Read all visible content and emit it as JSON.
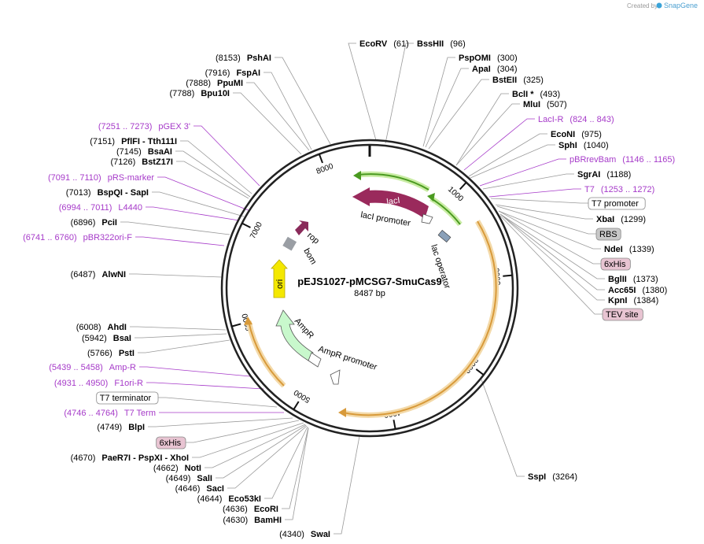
{
  "credit": {
    "prefix": "Created by",
    "brand": "SnapGene"
  },
  "plasmid": {
    "name": "pEJS1027-pMCSG7-SmuCas9",
    "size": "8487 bp"
  },
  "ticks": [
    "1000",
    "2000",
    "3000",
    "4000",
    "5000",
    "6000",
    "7000",
    "8000"
  ],
  "features": {
    "lacI": "lacI",
    "lacI_promoter": "lacI promoter",
    "lac_operator": "lac operator",
    "rop": "rop",
    "bom": "bom",
    "ori": "ori",
    "AmpR": "AmpR",
    "AmpR_promoter": "AmpR promoter"
  },
  "sites": [
    {
      "pos": "(61)",
      "name": "EcoRV",
      "type": "site"
    },
    {
      "pos": "(96)",
      "name": "BssHII",
      "type": "site"
    },
    {
      "pos": "(300)",
      "name": "PspOMI",
      "type": "site"
    },
    {
      "pos": "(304)",
      "name": "ApaI",
      "type": "site"
    },
    {
      "pos": "(325)",
      "name": "BstEII",
      "type": "site"
    },
    {
      "pos": "(493)",
      "name": "BclI *",
      "type": "site"
    },
    {
      "pos": "(507)",
      "name": "MluI",
      "type": "site"
    },
    {
      "pos": "(824 .. 843)",
      "name": "LacI-R",
      "type": "primer"
    },
    {
      "pos": "(975)",
      "name": "EcoNI",
      "type": "site"
    },
    {
      "pos": "(1040)",
      "name": "SphI",
      "type": "site"
    },
    {
      "pos": "(1146 .. 1165)",
      "name": "pBRrevBam",
      "type": "primer"
    },
    {
      "pos": "(1188)",
      "name": "SgrAI",
      "type": "site"
    },
    {
      "pos": "(1253 .. 1272)",
      "name": "T7",
      "type": "primer"
    },
    {
      "pos": "",
      "name": "T7 promoter",
      "type": "box"
    },
    {
      "pos": "(1299)",
      "name": "XbaI",
      "type": "site"
    },
    {
      "pos": "",
      "name": "RBS",
      "type": "grey"
    },
    {
      "pos": "(1339)",
      "name": "NdeI",
      "type": "site"
    },
    {
      "pos": "",
      "name": "6xHis",
      "type": "pink"
    },
    {
      "pos": "(1373)",
      "name": "BglII",
      "type": "site"
    },
    {
      "pos": "(1380)",
      "name": "Acc65I",
      "type": "site"
    },
    {
      "pos": "(1384)",
      "name": "KpnI",
      "type": "site"
    },
    {
      "pos": "",
      "name": "TEV site",
      "type": "pink"
    },
    {
      "pos": "(3264)",
      "name": "SspI",
      "type": "site"
    },
    {
      "pos": "(4340)",
      "name": "SwaI",
      "type": "site"
    },
    {
      "pos": "(4630)",
      "name": "BamHI",
      "type": "site"
    },
    {
      "pos": "(4636)",
      "name": "EcoRI",
      "type": "site"
    },
    {
      "pos": "(4644)",
      "name": "Eco53kI",
      "type": "site"
    },
    {
      "pos": "(4646)",
      "name": "SacI",
      "type": "site"
    },
    {
      "pos": "(4649)",
      "name": "SalI",
      "type": "site"
    },
    {
      "pos": "(4662)",
      "name": "NotI",
      "type": "site"
    },
    {
      "pos": "(4670)",
      "name": "PaeR7I - PspXI - XhoI",
      "type": "site"
    },
    {
      "pos": "",
      "name": "6xHis",
      "type": "pink"
    },
    {
      "pos": "(4749)",
      "name": "BlpI",
      "type": "site"
    },
    {
      "pos": "(4746 .. 4764)",
      "name": "T7 Term",
      "type": "primer"
    },
    {
      "pos": "",
      "name": "T7 terminator",
      "type": "box"
    },
    {
      "pos": "(4931 .. 4950)",
      "name": "F1ori-R",
      "type": "primer"
    },
    {
      "pos": "(5439 .. 5458)",
      "name": "Amp-R",
      "type": "primer"
    },
    {
      "pos": "(5766)",
      "name": "PstI",
      "type": "site"
    },
    {
      "pos": "(5942)",
      "name": "BsaI",
      "type": "site"
    },
    {
      "pos": "(6008)",
      "name": "AhdI",
      "type": "site"
    },
    {
      "pos": "(6487)",
      "name": "AlwNI",
      "type": "site"
    },
    {
      "pos": "(6741 .. 6760)",
      "name": "pBR322ori-F",
      "type": "primer"
    },
    {
      "pos": "(6896)",
      "name": "PciI",
      "type": "site"
    },
    {
      "pos": "(6994 .. 7011)",
      "name": "L4440",
      "type": "primer"
    },
    {
      "pos": "(7013)",
      "name": "BspQI - SapI",
      "type": "site"
    },
    {
      "pos": "(7091 .. 7110)",
      "name": "pRS-marker",
      "type": "primer"
    },
    {
      "pos": "(7126)",
      "name": "BstZ17I",
      "type": "site"
    },
    {
      "pos": "(7145)",
      "name": "BsaAI",
      "type": "site"
    },
    {
      "pos": "(7151)",
      "name": "PflFI - Tth111I",
      "type": "site"
    },
    {
      "pos": "(7251 .. 7273)",
      "name": "pGEX 3'",
      "type": "primer"
    },
    {
      "pos": "(7788)",
      "name": "Bpu10I",
      "type": "site"
    },
    {
      "pos": "(7888)",
      "name": "PpuMI",
      "type": "site"
    },
    {
      "pos": "(7916)",
      "name": "FspAI",
      "type": "site"
    },
    {
      "pos": "(8153)",
      "name": "PshAI",
      "type": "site"
    }
  ]
}
